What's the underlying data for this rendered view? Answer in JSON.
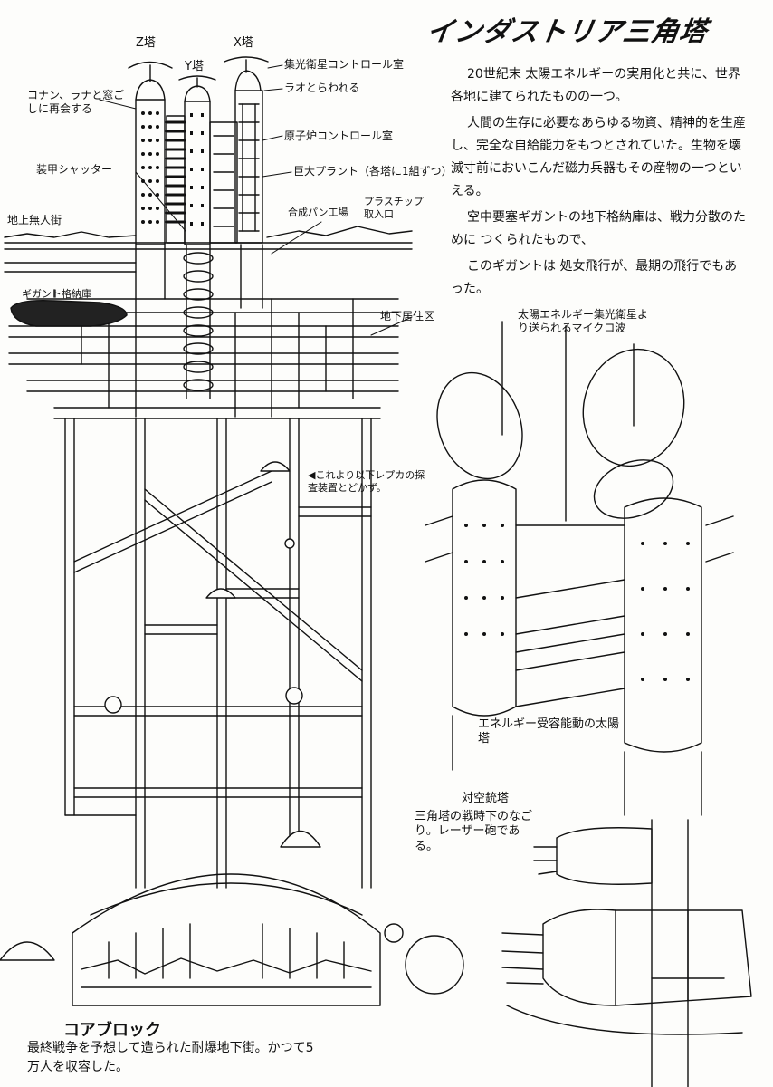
{
  "title": "インダストリア三角塔",
  "description": [
    "20世紀末 太陽エネルギーの実用化と共に、世界各地に建てられたものの一つ。",
    "人間の生存に必要なあらゆる物資、精神的を生産し、完全な自給能力をもつとされていた。生物を壊滅寸前においこんだ磁力兵器もその産物の一つといえる。",
    "空中要塞ギガントの地下格納庫は、戦力分散のために つくられたもので、",
    "このギガントは 処女飛行が、最期の飛行でもあった。"
  ],
  "towers": {
    "z": "Z塔",
    "y": "Y塔",
    "x": "X塔"
  },
  "labels": {
    "solar_control": "集光衛星コントロール室",
    "conan_lana": "コナン、ラナと窓ごしに再会する",
    "rao": "ラオとらわれる",
    "reactor_control": "原子炉コントロール室",
    "armor_shutter": "装甲シャッター",
    "plant": "巨大プラント（各塔に1組ずつ）",
    "surface_town": "地上無人街",
    "bread_factory": "合成パン工場",
    "plastic_chip": "プラスチップ取入口",
    "gigant_hangar": "ギガント格納庫",
    "underground_residence": "地下居住区",
    "lepka_note": "◀これより以下レプカの探査装置とどかず。",
    "microwave": "太陽エネルギー集光衛星より送られるマイクロ波",
    "receiver": "エネルギー受容能動の太陽塔",
    "aa_tower": "対空銃塔",
    "aa_note": "三角塔の戦時下のなごり。レーザー砲である。"
  },
  "core": {
    "title": "コアブロック",
    "desc": "最終戦争を予想して造られた耐爆地下街。かつて5万人を収容した。"
  },
  "colors": {
    "ink": "#111111",
    "paper": "#fdfdfb",
    "shade": "#333333"
  }
}
